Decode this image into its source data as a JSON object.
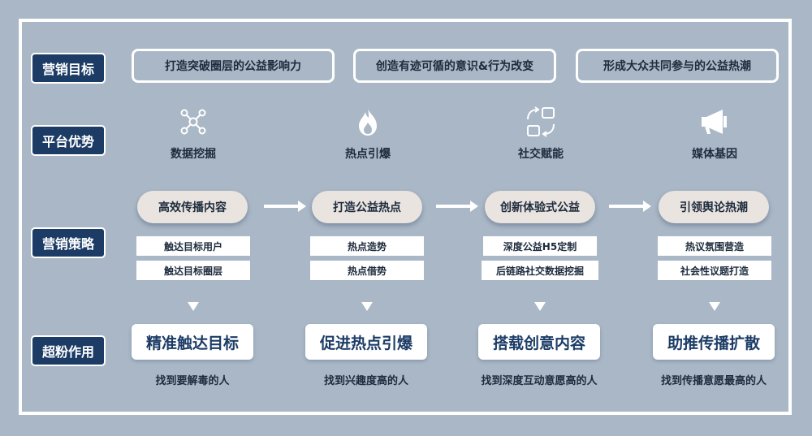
{
  "rows": {
    "goal": "营销目标",
    "advantage": "平台优势",
    "strategy": "营销策略",
    "role": "超粉作用"
  },
  "goals": [
    "打造突破圈层的公益影响力",
    "创造有迹可循的意识&行为改变",
    "形成大众共同参与的公益热潮"
  ],
  "advantages": [
    {
      "label": "数据挖掘",
      "icon": "network-icon"
    },
    {
      "label": "热点引爆",
      "icon": "flame-icon"
    },
    {
      "label": "社交赋能",
      "icon": "share-cycle-icon"
    },
    {
      "label": "媒体基因",
      "icon": "megaphone-icon"
    }
  ],
  "strategies": [
    {
      "title": "高效传播内容",
      "items": [
        "触达目标用户",
        "触达目标圈层"
      ]
    },
    {
      "title": "打造公益热点",
      "items": [
        "热点造势",
        "热点借势"
      ]
    },
    {
      "title": "创新体验式公益",
      "items": [
        "深度公益H5定制",
        "后链路社交数据挖掘"
      ]
    },
    {
      "title": "引领舆论热潮",
      "items": [
        "热议氛围营造",
        "社会性议题打造"
      ]
    }
  ],
  "roles": [
    {
      "title": "精准触达目标",
      "desc": "找到要解毒的人"
    },
    {
      "title": "促进热点引爆",
      "desc": "找到兴趣度高的人"
    },
    {
      "title": "搭载创意内容",
      "desc": "找到深度互动意愿高的人"
    },
    {
      "title": "助推传播扩散",
      "desc": "找到传播意愿最高的人"
    }
  ],
  "colors": {
    "background": "#a9b7c6",
    "label_fill": "#1c3c66",
    "pill_fill": "#e9e4df",
    "white": "#ffffff",
    "text": "#1d2b3d"
  }
}
